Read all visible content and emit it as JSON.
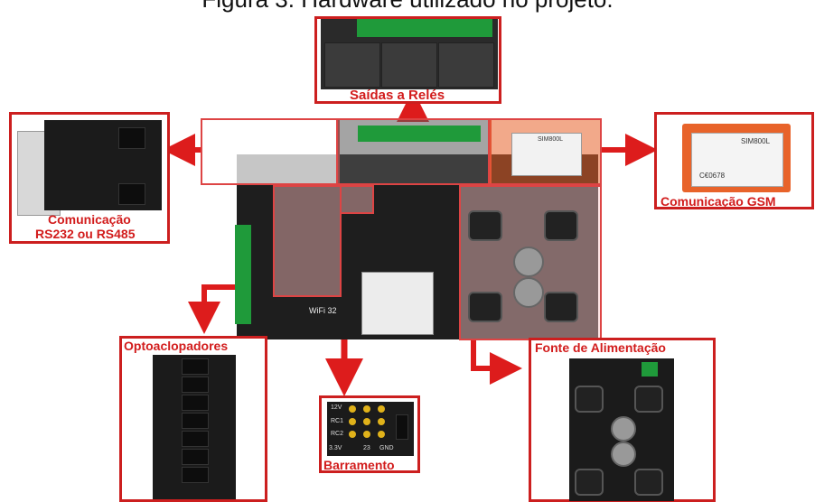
{
  "figure": {
    "title": "Figura 3. Hardware utilizado no projeto."
  },
  "labels": {
    "relays": "Saídas a Relés",
    "serial_line1": "Comunicação",
    "serial_line2": "RS232 ou RS485",
    "gsm": "Comunicação GSM",
    "opto": "Optoaclopadores",
    "bus": "Barramento",
    "power": "Fonte de Alimentação"
  },
  "board_text": {
    "wifi": "WiFi 32",
    "gsm_module": "SIM800L",
    "gsm_small": "SIM800L",
    "ce_mark": "C€0678",
    "bus_12v": "12V",
    "bus_rc1": "RC1",
    "bus_rc2": "RC2",
    "bus_33v": "3.3V",
    "bus_23": "23",
    "bus_gnd": "GND"
  },
  "colors": {
    "accent": "#cc1f1f",
    "pcb": "#1b1b1b",
    "terminal": "#1f9a3a",
    "gsm_board": "#e8632a"
  }
}
